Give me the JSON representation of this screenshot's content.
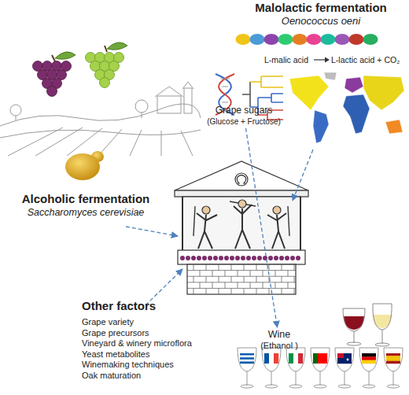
{
  "diagram": {
    "nodes": [
      {
        "text": [
          "Malolactic fermentation",
          "Oenococcus oeni"
        ]
      },
      {
        "text": [
          "Grape sugars",
          "(Glucose + Fructose)"
        ]
      },
      {
        "text": [
          "Alcoholic fermentation",
          "Saccharomyces cerevisiae"
        ]
      },
      {
        "text": [
          "Other factors",
          "Grape variety",
          "Grape precursors",
          "Vineyard & winery microflora",
          "Yeast metabolites",
          "Winemaking techniques",
          "Oak maturation"
        ]
      },
      {
        "text": [
          "Wine",
          "(Ethanol )"
        ]
      }
    ],
    "edges": [
      {
        "from": 1,
        "to": 4,
        "arrow": "to"
      }
    ],
    "labels": [
      "L-malic acid",
      "L-lactic acid + CO₂"
    ]
  }
}
